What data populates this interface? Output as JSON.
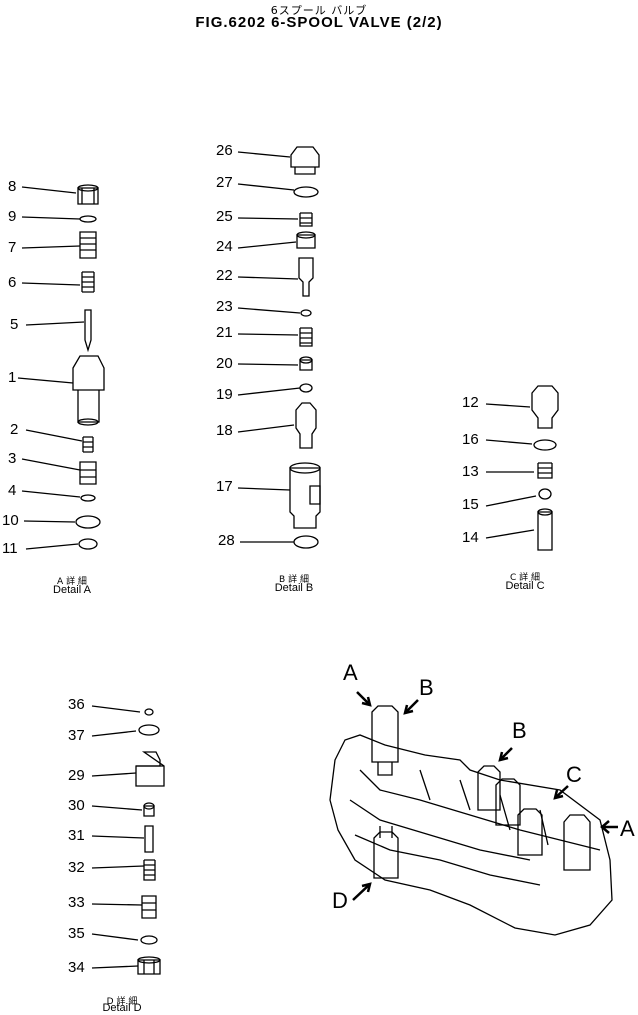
{
  "header": {
    "title_jp": "6スプール バルブ",
    "title": "FIG.6202 6-SPOOL VALVE (2/2)"
  },
  "part_numbers": {
    "p1": "1",
    "p2": "2",
    "p3": "3",
    "p4": "4",
    "p5": "5",
    "p6": "6",
    "p7": "7",
    "p8": "8",
    "p9": "9",
    "p10": "10",
    "p11": "11",
    "p12": "12",
    "p13": "13",
    "p14": "14",
    "p15": "15",
    "p16": "16",
    "p17": "17",
    "p18": "18",
    "p19": "19",
    "p20": "20",
    "p21": "21",
    "p22": "22",
    "p23": "23",
    "p24": "24",
    "p25": "25",
    "p26": "26",
    "p27": "27",
    "p28": "28",
    "p29": "29",
    "p30": "30",
    "p31": "31",
    "p32": "32",
    "p33": "33",
    "p34": "34",
    "p35": "35",
    "p36": "36",
    "p37": "37"
  },
  "details": {
    "a": {
      "jp": "A 詳 細",
      "en": "Detail A"
    },
    "b": {
      "jp": "B 詳 細",
      "en": "Detail B"
    },
    "c": {
      "jp": "C 詳 細",
      "en": "Detail C"
    },
    "d": {
      "jp": "D 詳 細",
      "en": "Detail D"
    }
  },
  "callouts": {
    "a_top": "A",
    "b_top": "B",
    "b_mid": "B",
    "c": "C",
    "a_right": "A",
    "d": "D"
  }
}
